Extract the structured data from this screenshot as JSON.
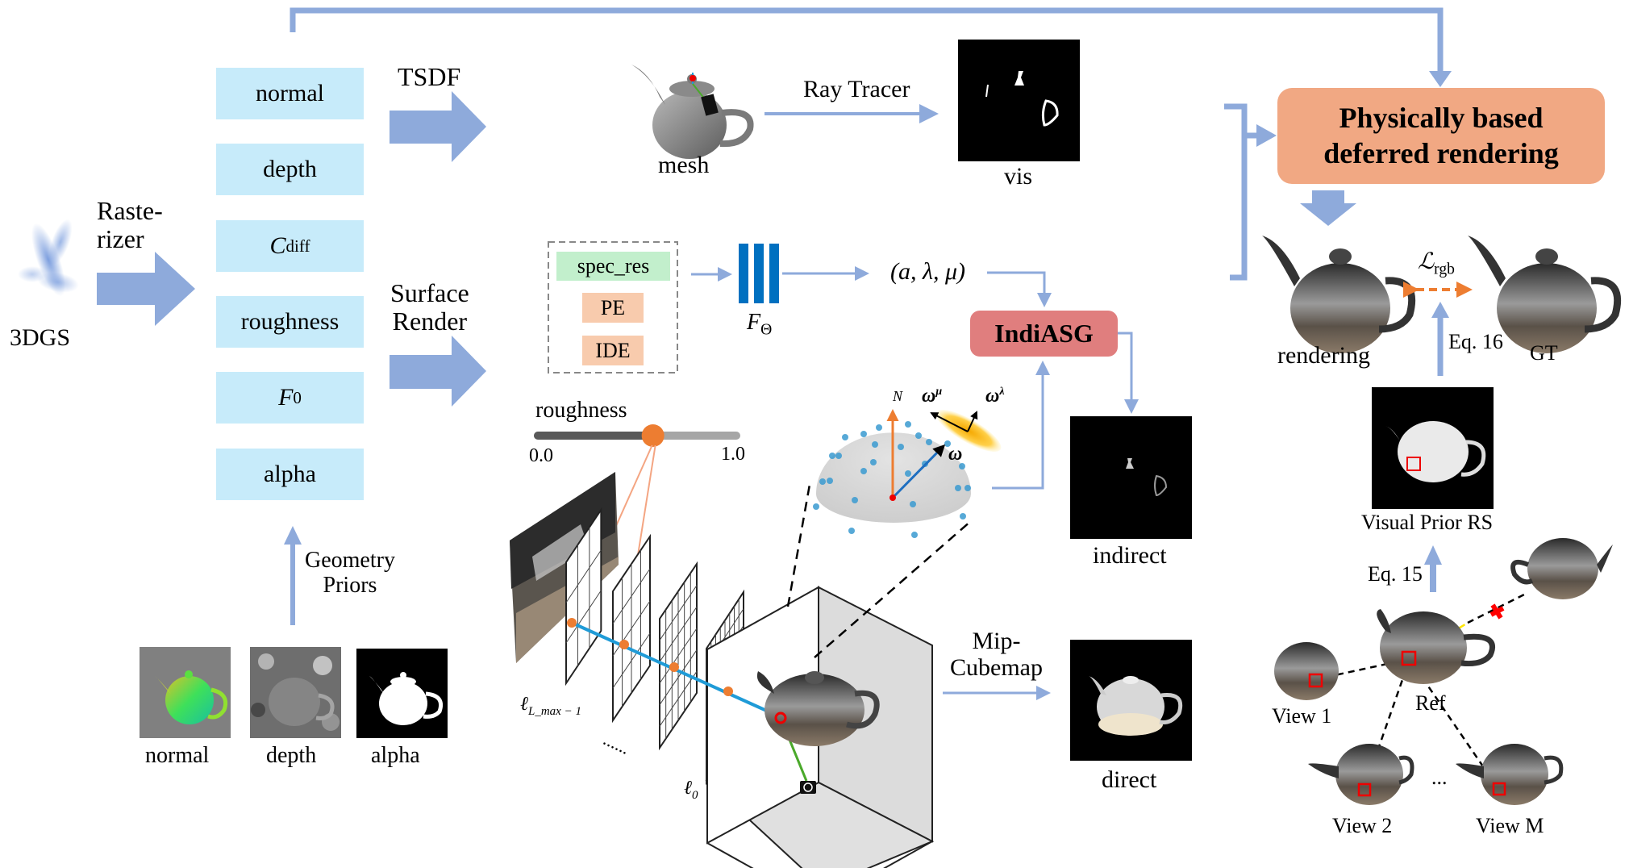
{
  "inputs": {
    "gaussians_label": "3DGS",
    "rasterizer_label_line1": "Raste-",
    "rasterizer_label_line2": "rizer"
  },
  "gbuffer": {
    "items": [
      {
        "label": "normal"
      },
      {
        "label": "depth"
      },
      {
        "label": "C",
        "sub": "diff",
        "math": true
      },
      {
        "label": "roughness"
      },
      {
        "label": "F",
        "sub": "0",
        "math": true
      },
      {
        "label": "alpha"
      }
    ]
  },
  "geometry_priors": {
    "arrow_label_line1": "Geometry",
    "arrow_label_line2": "Priors",
    "images": [
      {
        "label": "normal"
      },
      {
        "label": "depth"
      },
      {
        "label": "alpha"
      }
    ]
  },
  "tsdf_branch": {
    "arrow_label": "TSDF",
    "mesh_label": "mesh",
    "ray_tracer_label": "Ray Tracer",
    "vis_label": "vis"
  },
  "surface_branch": {
    "arrow_label_line1": "Surface",
    "arrow_label_line2": "Render",
    "feature_inputs": [
      "spec_res",
      "PE",
      "IDE"
    ],
    "mlp_label": "F",
    "mlp_sub": "Θ",
    "asg_params": "(a, λ, μ)",
    "indiasg_label": "IndiASG",
    "indirect_label": "indirect",
    "roughness_slider": {
      "label": "roughness",
      "min_label": "0.0",
      "max_label": "1.0",
      "value": 0.58
    },
    "hemisphere": {
      "normal_label": "N",
      "omega_mu_label": "ω",
      "omega_mu_sup": "μ",
      "omega_lambda_label": "ω",
      "omega_lambda_sup": "λ",
      "omega_label": "ω"
    },
    "mip_levels": {
      "top_label": "ℓ",
      "top_sub": "L_max − 1",
      "bottom_label": "ℓ",
      "bottom_sub": "0",
      "ellipsis": "......"
    },
    "mip_cubemap_label_line1": "Mip-",
    "mip_cubemap_label_line2": "Cubemap",
    "direct_label": "direct"
  },
  "output": {
    "pbr_line1": "Physically based",
    "pbr_line2": "deferred rendering",
    "rendering_label": "rendering",
    "gt_label": "GT",
    "loss_label": "ℒ",
    "loss_sub": "rgb",
    "eq16_label": "Eq. 16"
  },
  "visual_prior": {
    "rs_label": "Visual Prior RS",
    "eq15_label": "Eq. 15",
    "ref_label": "Ref",
    "views": [
      "View 1",
      "View 2",
      "View M"
    ],
    "ellipsis": "..."
  },
  "colors": {
    "arrow_blue": "#8eaadb",
    "item_blue": "#c7ebfa",
    "panel_gray": "#d9d9d9",
    "stage_gray": "#e8e8e8",
    "green_panel": "#d8f0d0",
    "pbr_orange": "#f1a883",
    "indiasg_red": "#e07e7e",
    "mlp_blue": "#0070c0",
    "accent_orange": "#ed7d31",
    "spec_green": "#c2efcc",
    "pe_orange": "#f8cbad"
  }
}
